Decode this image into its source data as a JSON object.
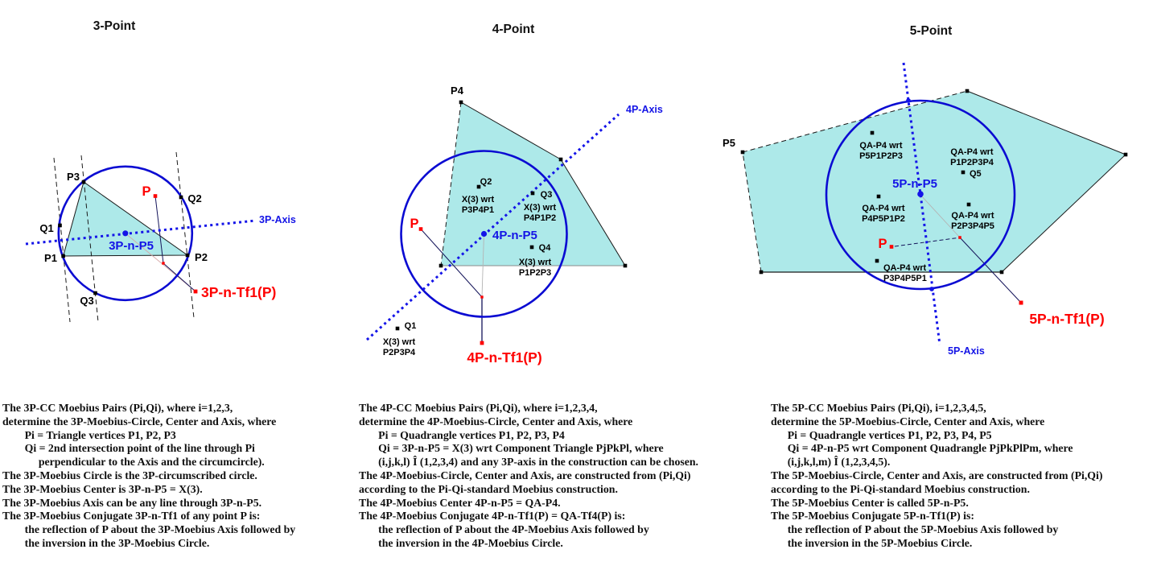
{
  "figure": {
    "p3": {
      "title": "3-Point",
      "axis_label": "3P-Axis",
      "center_label": "3P-n-P5",
      "p_label": "P",
      "conjugate_label": "3P-n-Tf1(P)",
      "points": {
        "p1": "P1",
        "p2": "P2",
        "p3": "P3",
        "q1": "Q1",
        "q2": "Q2",
        "q3": "Q3"
      },
      "description": "The 3P-CC Moebius Pairs (Pi,Qi), where i=1,2,3,\ndetermine the 3P-Moebius-Circle, Center and Axis, where\n        Pi = Triangle vertices P1, P2, P3\n        Qi = 2nd intersection point of the line through Pi\n             perpendicular to the Axis and the circumcircle).\nThe 3P-Moebius Circle is the 3P-circumscribed circle.\nThe 3P-Moebius Center is 3P-n-P5 = X(3).\nThe 3P-Moebius Axis can be any line through 3P-n-P5.\nThe 3P-Moebius Conjugate 3P-n-Tf1 of any point P is:\n        the reflection of P about the 3P-Moebius Axis followed by\n        the inversion in the 3P-Moebius Circle."
    },
    "p4": {
      "title": "4-Point",
      "axis_label": "4P-Axis",
      "center_label": "4P-n-P5",
      "p_label": "P",
      "p4_label": "P4",
      "conjugate_label": "4P-n-Tf1(P)",
      "q1": {
        "name": "Q1",
        "wrt": "X(3) wrt",
        "tri": "P2P3P4"
      },
      "q2": {
        "name": "Q2",
        "wrt": "X(3) wrt",
        "tri": "P3P4P1"
      },
      "q3": {
        "name": "Q3",
        "wrt": "X(3) wrt",
        "tri": "P4P1P2"
      },
      "q4": {
        "name": "Q4",
        "wrt": "X(3) wrt",
        "tri": "P1P2P3"
      },
      "description": "The 4P-CC Moebius Pairs (Pi,Qi), where i=1,2,3,4,\ndetermine the 4P-Moebius-Circle, Center and Axis, where\n       Pi = Quadrangle vertices P1, P2, P3, P4\n       Qi = 3P-n-P5 = X(3) wrt Component Triangle PjPkPl, where\n       (i,j,k,l) Î (1,2,3,4) and any 3P-axis in the construction can be chosen.\nThe 4P-Moebius-Circle, Center and Axis, are constructed from (Pi,Qi)\naccording to the Pi-Qi-standard Moebius construction.\nThe 4P-Moebius Center 4P-n-P5 = QA-P4.\nThe 4P-Moebius Conjugate 4P-n-Tf1(P) = QA-Tf4(P) is:\n       the reflection of P about the 4P-Moebius Axis followed by\n       the inversion in the 4P-Moebius Circle."
    },
    "p5": {
      "title": "5-Point",
      "axis_label": "5P-Axis",
      "center_label": "5P-n-P5",
      "p_label": "P",
      "p5_label": "P5",
      "q5_label": "Q5",
      "conjugate_label": "5P-n-Tf1(P)",
      "qa1": {
        "wrt": "QA-P4 wrt",
        "quad": "P5P1P2P3"
      },
      "qa2": {
        "wrt": "QA-P4 wrt",
        "quad": "P1P2P3P4"
      },
      "qa3": {
        "wrt": "QA-P4 wrt",
        "quad": "P4P5P1P2"
      },
      "qa4": {
        "wrt": "QA-P4 wrt",
        "quad": "P2P3P4P5"
      },
      "qa5": {
        "wrt": "QA-P4 wrt",
        "quad": "P3P4P5P1"
      },
      "description": "The 5P-CC Moebius Pairs (Pi,Qi), i=1,2,3,4,5,\ndetermine the 5P-Moebius-Circle, Center and Axis, where\n      Pi = Quadrangle vertices P1, P2, P3, P4, P5\n      Qi = 4P-n-P5 wrt Component Quadrangle PjPkPlPm, where\n      (i,j,k,l,m) Î (1,2,3,4,5).\nThe 5P-Moebius-Circle, Center and Axis, are constructed from (Pi,Qi)\naccording to the Pi-Qi-standard Moebius construction.\nThe 5P-Moebius Center is called 5P-n-P5.\nThe 5P-Moebius Conjugate 5P-n-Tf1(P) is:\n      the reflection of P about the 5P-Moebius Axis followed by\n      the inversion in the 5P-Moebius Circle."
    }
  },
  "colors": {
    "polygon_fill": "#ADE9E9",
    "circle_blue": "#0B0BD2",
    "axis_blue": "#1414E8",
    "label_blue": "#1414E6",
    "red": "#FE0000",
    "black": "#1A1A1A"
  }
}
